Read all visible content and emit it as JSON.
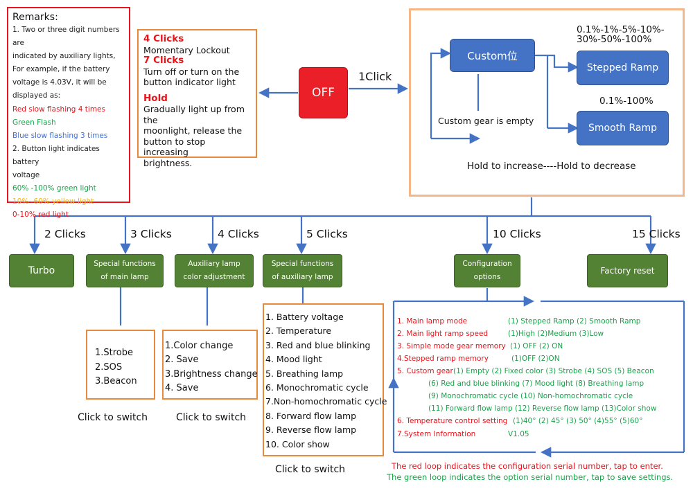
{
  "remarks": {
    "title": "Remarks:",
    "lines": [
      {
        "text": "1. Two or three digit numbers are",
        "color": "default"
      },
      {
        "text": "indicated by auxiliary lights,",
        "color": "default"
      },
      {
        "text": "For example, if the battery",
        "color": "default"
      },
      {
        "text": "voltage is 4.03V, it will be",
        "color": "default"
      },
      {
        "text": "displayed as:",
        "color": "default"
      },
      {
        "text": "Red slow flashing 4 times",
        "color": "red"
      },
      {
        "text": "Green Flash",
        "color": "green"
      },
      {
        "text": "Blue slow flashing 3 times",
        "color": "blue"
      },
      {
        "text": "2. Button light indicates battery",
        "color": "default"
      },
      {
        "text": "voltage",
        "color": "default"
      },
      {
        "text": "60% -100% green light",
        "color": "green"
      },
      {
        "text": "10% -60% yellow light",
        "color": "yellow"
      },
      {
        "text": "0-10% red light",
        "color": "red"
      }
    ]
  },
  "clicks_box": {
    "four_clicks": "4 Clicks",
    "four_desc": "Momentary Lockout",
    "seven_clicks": "7 Clicks",
    "seven_desc_1": "Turn off or turn on the",
    "seven_desc_2": "button indicator light",
    "hold": "Hold",
    "hold_desc_1": "Gradually light up from the",
    "hold_desc_2": "moonlight, release the",
    "hold_desc_3": "button to stop increasing",
    "hold_desc_4": "brightness."
  },
  "off_button": "OFF",
  "one_click": "1Click",
  "main_box": {
    "custom": "Custom位",
    "custom_empty": "Custom gear is empty",
    "stepped_levels_1": "0.1%-1%-5%-10%-",
    "stepped_levels_2": "30%-50%-100%",
    "stepped_ramp": "Stepped Ramp",
    "smooth_levels": "0.1%-100%",
    "smooth_ramp": "Smooth Ramp",
    "hold_note": "Hold to increase----Hold to decrease"
  },
  "branches": [
    {
      "clicks": "2 Clicks",
      "label": "Turbo"
    },
    {
      "clicks": "3 Clicks",
      "label_1": "Special functions",
      "label_2": "of main lamp"
    },
    {
      "clicks": "4 Clicks",
      "label_1": "Auxiliary lamp",
      "label_2": "color adjustment"
    },
    {
      "clicks": "5 Clicks",
      "label_1": "Special functions",
      "label_2": "of auxiliary lamp"
    },
    {
      "clicks": "10 Clicks",
      "label_1": "Configuration",
      "label_2": "options"
    },
    {
      "clicks": "15 Clicks",
      "label": "Factory reset"
    }
  ],
  "main_special_list": [
    "1.Strobe",
    "2.SOS",
    "3.Beacon"
  ],
  "aux_color_list": [
    "1.Color change",
    "2. Save",
    "3.Brightness change",
    "4. Save"
  ],
  "aux_special_list": [
    "1. Battery voltage",
    "2. Temperature",
    "3. Red and blue blinking",
    "4. Mood light",
    "5. Breathing lamp",
    "6. Monochromatic cycle",
    "7.Non-homochromatic cycle",
    "8. Forward flow lamp",
    "9. Reverse flow lamp",
    "10. Color show"
  ],
  "click_to_switch": "Click to switch",
  "config": {
    "rows": [
      {
        "label": "1. Main lamp mode",
        "options": "(1) Stepped    Ramp   (2) Smooth    Ramp"
      },
      {
        "label": "2. Main light ramp speed",
        "options": "(1)High       (2)Medium    (3)Low"
      },
      {
        "label": "3. Simple mode gear memory",
        "options": "(1) OFF       (2) ON"
      },
      {
        "label": "4.Stepped ramp memory",
        "options": "(1)OFF       (2)ON"
      },
      {
        "label": "5. Custom gear",
        "options": "(1) Empty  (2) Fixed color (3) Strobe     (4) SOS    (5) Beacon"
      },
      {
        "label": "",
        "options": "(6) Red and blue blinking       (7) Mood light   (8) Breathing lamp"
      },
      {
        "label": "",
        "options": "(9)  Monochromatic cycle        (10)  Non-homochromatic cycle"
      },
      {
        "label": "",
        "options": "(11)  Forward flow lamp     (12)  Reverse flow lamp     (13)Color show"
      },
      {
        "label": "6. Temperature control setting",
        "options": "(1)40° (2) 45° (3) 50° (4)55° (5)60°"
      },
      {
        "label": "7.System Information",
        "options": "V1.05"
      }
    ],
    "note_red": "The red loop indicates the configuration serial number, tap to enter.",
    "note_green": "The green loop indicates the option serial number, tap to save settings."
  },
  "colors": {
    "off_red": "#ea1f27",
    "blue_button": "#4472c4",
    "green_button": "#548235",
    "orange_border": "#e98a3b",
    "main_box_border": "#f5b78a",
    "arrow_blue": "#4472c4",
    "text_red": "#e8141b",
    "text_green": "#19a34a"
  }
}
